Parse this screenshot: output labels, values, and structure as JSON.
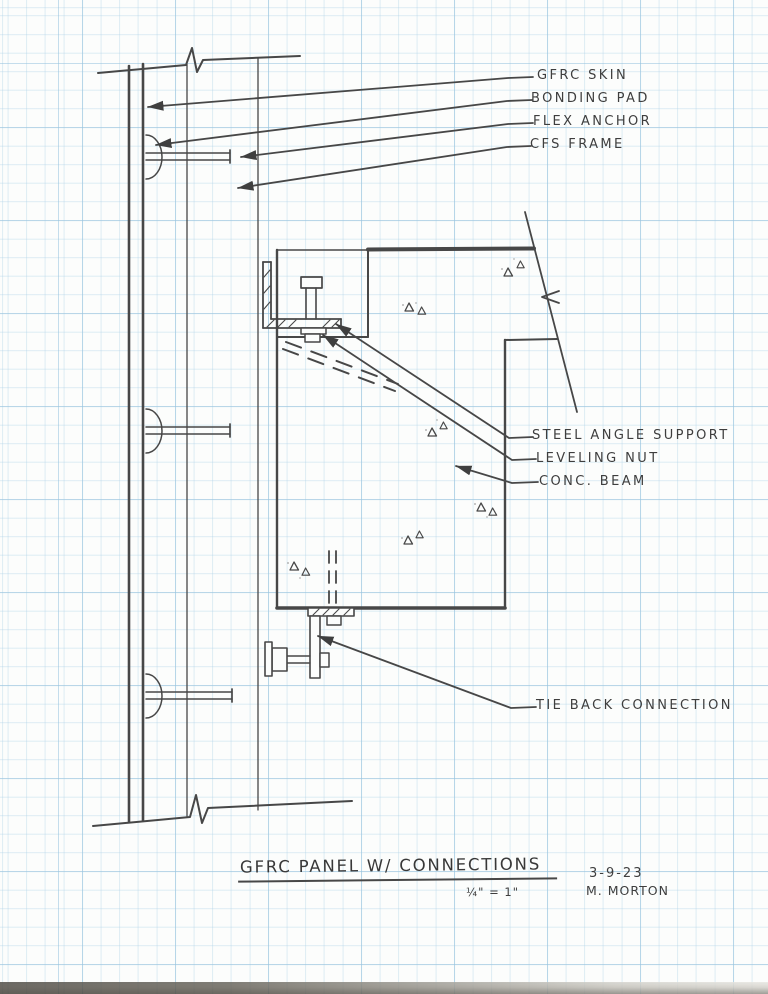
{
  "callouts": {
    "gfrc_skin": "GFRC SKIN",
    "bonding_pad": "BONDING PAD",
    "flex_anchor": "FLEX ANCHOR",
    "cfs_frame": "CFS FRAME",
    "steel_angle_support": "STEEL ANGLE SUPPORT",
    "leveling_nut": "LEVELING NUT",
    "conc_beam": "CONC. BEAM",
    "tie_back_connection": "TIE BACK CONNECTION"
  },
  "title_block": {
    "title": "GFRC PANEL W/ CONNECTIONS",
    "scale": "¼\" = 1\"",
    "date": "3-9-23",
    "author": "M. MORTON"
  },
  "colors": {
    "pencil": "#474747",
    "pencil_light": "#a3a3a3",
    "aggregate": "#b6b6b6",
    "grid_minor": "#d9eaf4",
    "grid_major": "#bcd9ea",
    "paper": "#fcfdfc"
  }
}
